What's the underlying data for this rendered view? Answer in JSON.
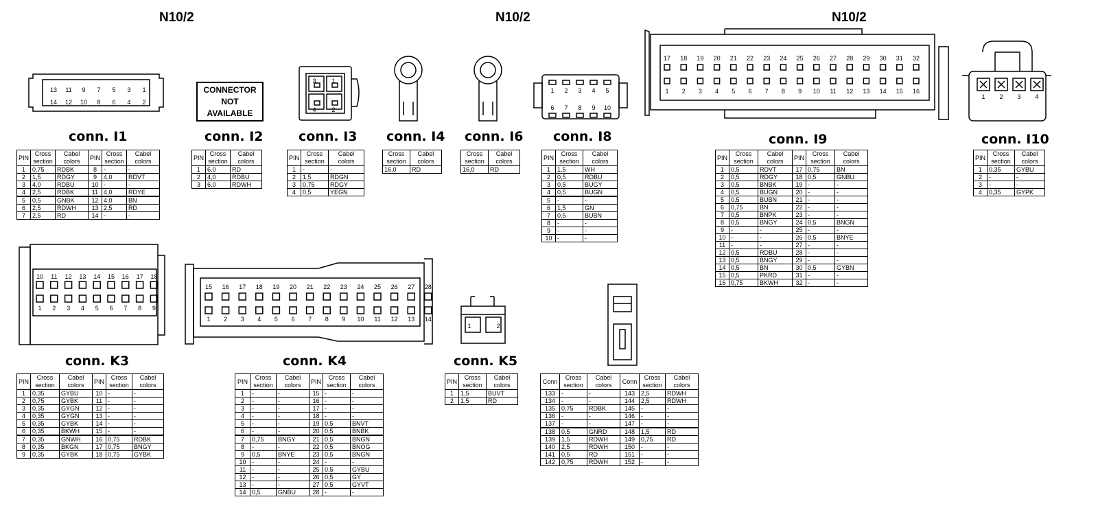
{
  "headers": [
    "N10/2",
    "N10/2",
    "N10/2"
  ],
  "column_labels": {
    "pin": "PIN",
    "conn": "Conn",
    "cross": "Cross",
    "section": "section",
    "cabel": "Cabel",
    "colors": "colors"
  },
  "not_available": [
    "CONNECTOR",
    "NOT",
    "AVAILABLE"
  ],
  "connectors": {
    "I1": {
      "title": "conn. I1",
      "pins_top": [
        "13",
        "11",
        "9",
        "7",
        "5",
        "3",
        "1"
      ],
      "pins_bottom": [
        "14",
        "12",
        "10",
        "8",
        "6",
        "4",
        "2"
      ]
    },
    "I2": {
      "title": "conn. I2"
    },
    "I3": {
      "title": "conn. I3",
      "pins": [
        "3",
        "1",
        "4",
        "2"
      ]
    },
    "I4": {
      "title": "conn. I4"
    },
    "I6": {
      "title": "conn. I6"
    },
    "I8": {
      "title": "conn. I8",
      "pins_top": [
        "1",
        "2",
        "3",
        "4",
        "5"
      ],
      "pins_bottom": [
        "6",
        "7",
        "8",
        "9",
        "10"
      ]
    },
    "I9": {
      "title": "conn. I9",
      "pins_top": [
        "17",
        "18",
        "19",
        "20",
        "21",
        "22",
        "23",
        "24",
        "25",
        "26",
        "27",
        "28",
        "29",
        "30",
        "31",
        "32"
      ],
      "pins_bottom": [
        "1",
        "2",
        "3",
        "4",
        "5",
        "6",
        "7",
        "8",
        "9",
        "10",
        "11",
        "12",
        "13",
        "14",
        "15",
        "16"
      ]
    },
    "I10": {
      "title": "conn. I10",
      "pins": [
        "1",
        "2",
        "3",
        "4"
      ]
    },
    "K3": {
      "title": "conn. K3",
      "pins_top": [
        "10",
        "11",
        "12",
        "13",
        "14",
        "15",
        "16",
        "17",
        "18"
      ],
      "pins_bottom": [
        "1",
        "2",
        "3",
        "4",
        "5",
        "6",
        "7",
        "8",
        "9"
      ]
    },
    "K4": {
      "title": "conn. K4",
      "pins_top": [
        "15",
        "16",
        "17",
        "18",
        "19",
        "20",
        "21",
        "22",
        "23",
        "24",
        "25",
        "26",
        "27",
        "28"
      ],
      "pins_bottom": [
        "1",
        "2",
        "3",
        "4",
        "5",
        "6",
        "7",
        "8",
        "9",
        "10",
        "11",
        "12",
        "13",
        "14"
      ]
    },
    "K5": {
      "title": "conn. K5",
      "pins": [
        "1",
        "2"
      ]
    }
  },
  "tables": {
    "I1": [
      [
        "1",
        "0,75",
        "RDBK",
        "8",
        "-",
        "-"
      ],
      [
        "2",
        "1,5",
        "RDGY",
        "9",
        "4,0",
        "RDVT"
      ],
      [
        "3",
        "4,0",
        "RDBU",
        "10",
        "-",
        "-"
      ],
      [
        "4",
        "2,5",
        "RDBK",
        "11",
        "4,0",
        "RDYE"
      ],
      [
        "5",
        "0,5",
        "GNBK",
        "12",
        "4,0",
        "BN"
      ],
      [
        "6",
        "2,5",
        "RDWH",
        "13",
        "2,5",
        "RD"
      ],
      [
        "7",
        "2,5",
        "RD",
        "14",
        "-",
        "-"
      ]
    ],
    "I2": [
      [
        "1",
        "6,0",
        "RD"
      ],
      [
        "2",
        "4,0",
        "RDBU"
      ],
      [
        "3",
        "6,0",
        "RDWH"
      ]
    ],
    "I3": [
      [
        "1",
        "-",
        "-"
      ],
      [
        "2",
        "1,5",
        "RDGN"
      ],
      [
        "3",
        "0,75",
        "RDGY"
      ],
      [
        "4",
        "0,5",
        "YEGN"
      ]
    ],
    "I4": [
      [
        "16,0",
        "RD"
      ]
    ],
    "I6": [
      [
        "16,0",
        "RD"
      ]
    ],
    "I8": [
      [
        "1",
        "1,5",
        "WH"
      ],
      [
        "2",
        "0,5",
        "RDBU"
      ],
      [
        "3",
        "0,5",
        "BUGY"
      ],
      [
        "4",
        "0,5",
        "BUGN"
      ],
      [
        "5",
        "-",
        "-"
      ],
      [
        "6",
        "1,5",
        "GN"
      ],
      [
        "7",
        "0,5",
        "BUBN"
      ],
      [
        "8",
        "-",
        "-"
      ],
      [
        "9",
        "-",
        "-"
      ],
      [
        "10",
        "-",
        "-"
      ]
    ],
    "I9": [
      [
        "1",
        "0,5",
        "RDVT",
        "17",
        "0,75",
        "BN"
      ],
      [
        "2",
        "0,5",
        "RDGY",
        "18",
        "0,5",
        "GNBU"
      ],
      [
        "3",
        "0,5",
        "BNBK",
        "19",
        "-",
        "-"
      ],
      [
        "4",
        "0,5",
        "BUGN",
        "20",
        "-",
        "-"
      ],
      [
        "5",
        "0,5",
        "BUBN",
        "21",
        "-",
        "-"
      ],
      [
        "6",
        "0,75",
        "BN",
        "22",
        "-",
        "-"
      ],
      [
        "7",
        "0,5",
        "BNPK",
        "23",
        "-",
        "-"
      ],
      [
        "8",
        "0,5",
        "BNGY",
        "24",
        "0,5",
        "BNGN"
      ],
      [
        "9",
        "-",
        "-",
        "25",
        "-",
        "-"
      ],
      [
        "10",
        "-",
        "-",
        "26",
        "0,5",
        "BNYE"
      ],
      [
        "11",
        "-",
        "-",
        "27",
        "-",
        "-"
      ],
      [
        "12",
        "0,5",
        "RDBU",
        "28",
        "-",
        "-"
      ],
      [
        "13",
        "0,5",
        "BNGY",
        "29",
        "-",
        "-"
      ],
      [
        "14",
        "0,5",
        "BN",
        "30",
        "0,5",
        "GYBN"
      ],
      [
        "15",
        "0,5",
        "PKRD",
        "31",
        "-",
        "-"
      ],
      [
        "16",
        "0,75",
        "BKWH",
        "32",
        "-",
        "-"
      ]
    ],
    "I10": [
      [
        "1",
        "0,35",
        "GYBU"
      ],
      [
        "2",
        "-",
        "-"
      ],
      [
        "3",
        "-",
        "-"
      ],
      [
        "4",
        "0,35",
        "GYPK"
      ]
    ],
    "K3": [
      [
        "1",
        "0,35",
        "GYBU",
        "10",
        "-",
        "-"
      ],
      [
        "2",
        "0,75",
        "GYBK",
        "11",
        "-",
        "-"
      ],
      [
        "3",
        "0,35",
        "GYGN",
        "12",
        "-",
        "-"
      ],
      [
        "4",
        "0,35",
        "GYGN",
        "13",
        "-",
        "-"
      ],
      [
        "5",
        "0,35",
        "GYBK",
        "14",
        "-",
        "-"
      ],
      [
        "6",
        "0,35",
        "BKWH",
        "15",
        "-",
        "-"
      ],
      [
        "7",
        "0,35",
        "GNWH",
        "16",
        "0,75",
        "RDBK"
      ],
      [
        "8",
        "0,35",
        "BKGN",
        "17",
        "0,75",
        "BNGY"
      ],
      [
        "9",
        "0,35",
        "GYBK",
        "18",
        "0,75",
        "GYBK"
      ]
    ],
    "K4": [
      [
        "1",
        "-",
        "-",
        "15",
        "-",
        "-"
      ],
      [
        "2",
        "-",
        "-",
        "16",
        "-",
        "-"
      ],
      [
        "3",
        "-",
        "-",
        "17",
        "-",
        "-"
      ],
      [
        "4",
        "-",
        "-",
        "18",
        "-",
        "-"
      ],
      [
        "5",
        "-",
        "-",
        "19",
        "0,5",
        "BNVT"
      ],
      [
        "6",
        "-",
        "-",
        "20",
        "0,5",
        "BNBK"
      ],
      [
        "7",
        "0,75",
        "BNGY",
        "21",
        "0,5",
        "BNGN"
      ],
      [
        "8",
        "-",
        "-",
        "22",
        "0,5",
        "BNOG"
      ],
      [
        "9",
        "0,5",
        "BNYE",
        "23",
        "0,5",
        "BNGN"
      ],
      [
        "10",
        "-",
        "-",
        "24",
        "-",
        "-"
      ],
      [
        "11",
        "-",
        "-",
        "25",
        "0,5",
        "GYBU"
      ],
      [
        "12",
        "-",
        "-",
        "26",
        "0,5",
        "GY"
      ],
      [
        "13",
        "-",
        "-",
        "27",
        "0,5",
        "GYVT"
      ],
      [
        "14",
        "0,5",
        "GNBU",
        "28",
        "-",
        "-"
      ]
    ],
    "K5": [
      [
        "1",
        "1,5",
        "BUVT"
      ],
      [
        "2",
        "1,5",
        "RD"
      ]
    ],
    "CONN": [
      [
        "133",
        "-",
        "-",
        "143",
        "2,5",
        "RDWH"
      ],
      [
        "134",
        "-",
        "-",
        "144",
        "2,5",
        "RDWH"
      ],
      [
        "135",
        "0,75",
        "RDBK",
        "145",
        "-",
        "-"
      ],
      [
        "136",
        "-",
        "-",
        "146",
        "-",
        "-"
      ],
      [
        "137",
        "-",
        "-",
        "147",
        "-",
        "-"
      ],
      [
        "138",
        "0,5",
        "GNRD",
        "148",
        "1,5",
        "RD"
      ],
      [
        "139",
        "1,5",
        "RDWH",
        "149",
        "0,75",
        "RD"
      ],
      [
        "140",
        "2,5",
        "RDWH",
        "150",
        "-",
        "-"
      ],
      [
        "141",
        "0,5",
        "RD",
        "151",
        "-",
        "-"
      ],
      [
        "142",
        "0,75",
        "RDWH",
        "152",
        "-",
        "-"
      ]
    ]
  }
}
